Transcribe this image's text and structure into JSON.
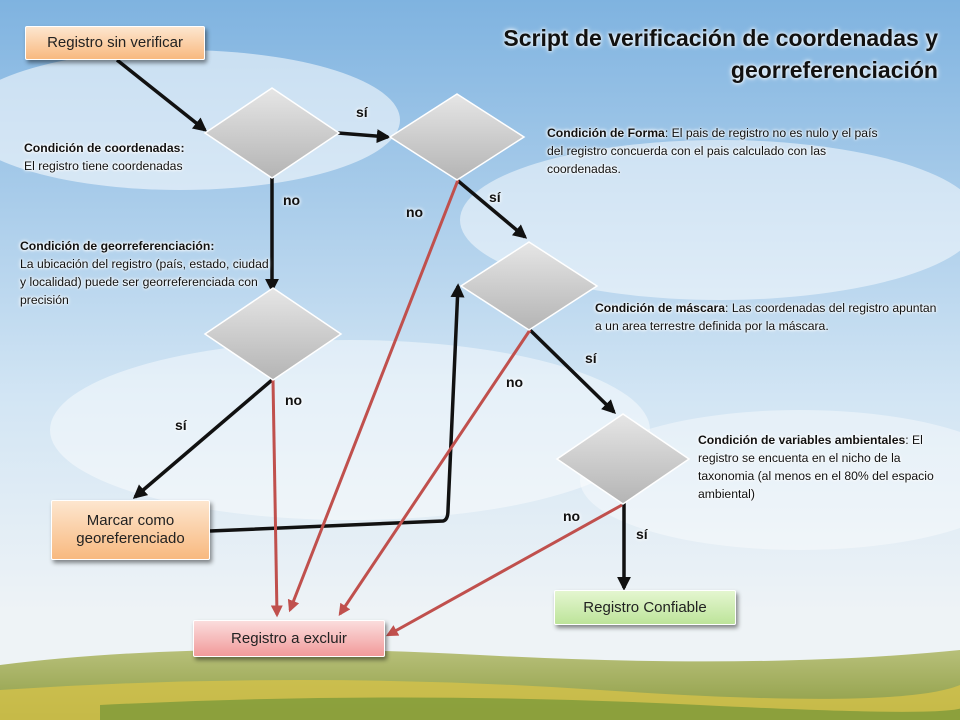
{
  "title": "Script de verificación de coordenadas y georreferenciación",
  "nodes": {
    "start": "Registro sin verificar",
    "mark_georef": "Marcar como georeferenciado",
    "exclude": "Registro a excluir",
    "reliable": "Registro Confiable"
  },
  "conditions": {
    "coordinates": {
      "name": "Condición de coordenadas",
      "text": "El registro tiene coordenadas"
    },
    "form": {
      "name": "Condición de Forma",
      "text": "El pais de registro no es nulo y el país del registro concuerda con el pais calculado con las coordenadas."
    },
    "georef": {
      "name": "Condición de georreferenciación",
      "text": "La ubicación del registro (país, estado, ciudad y localidad) puede ser georreferenciada con precisión"
    },
    "mask": {
      "name": "Condición de máscara",
      "text": "Las coordenadas del registro apuntan a un area terrestre definida por la máscara."
    },
    "env": {
      "name": "Condición de variables ambientales",
      "text": "El registro se encuenta en el nicho de la taxonomia (al menos en el 80% del espacio ambiental)"
    }
  },
  "edge_labels": {
    "yes": "sí",
    "no": "no"
  },
  "colors": {
    "flow_arrow": "#111111",
    "exclude_arrow": "#c0504d",
    "diamond": "#c8c8c8"
  }
}
